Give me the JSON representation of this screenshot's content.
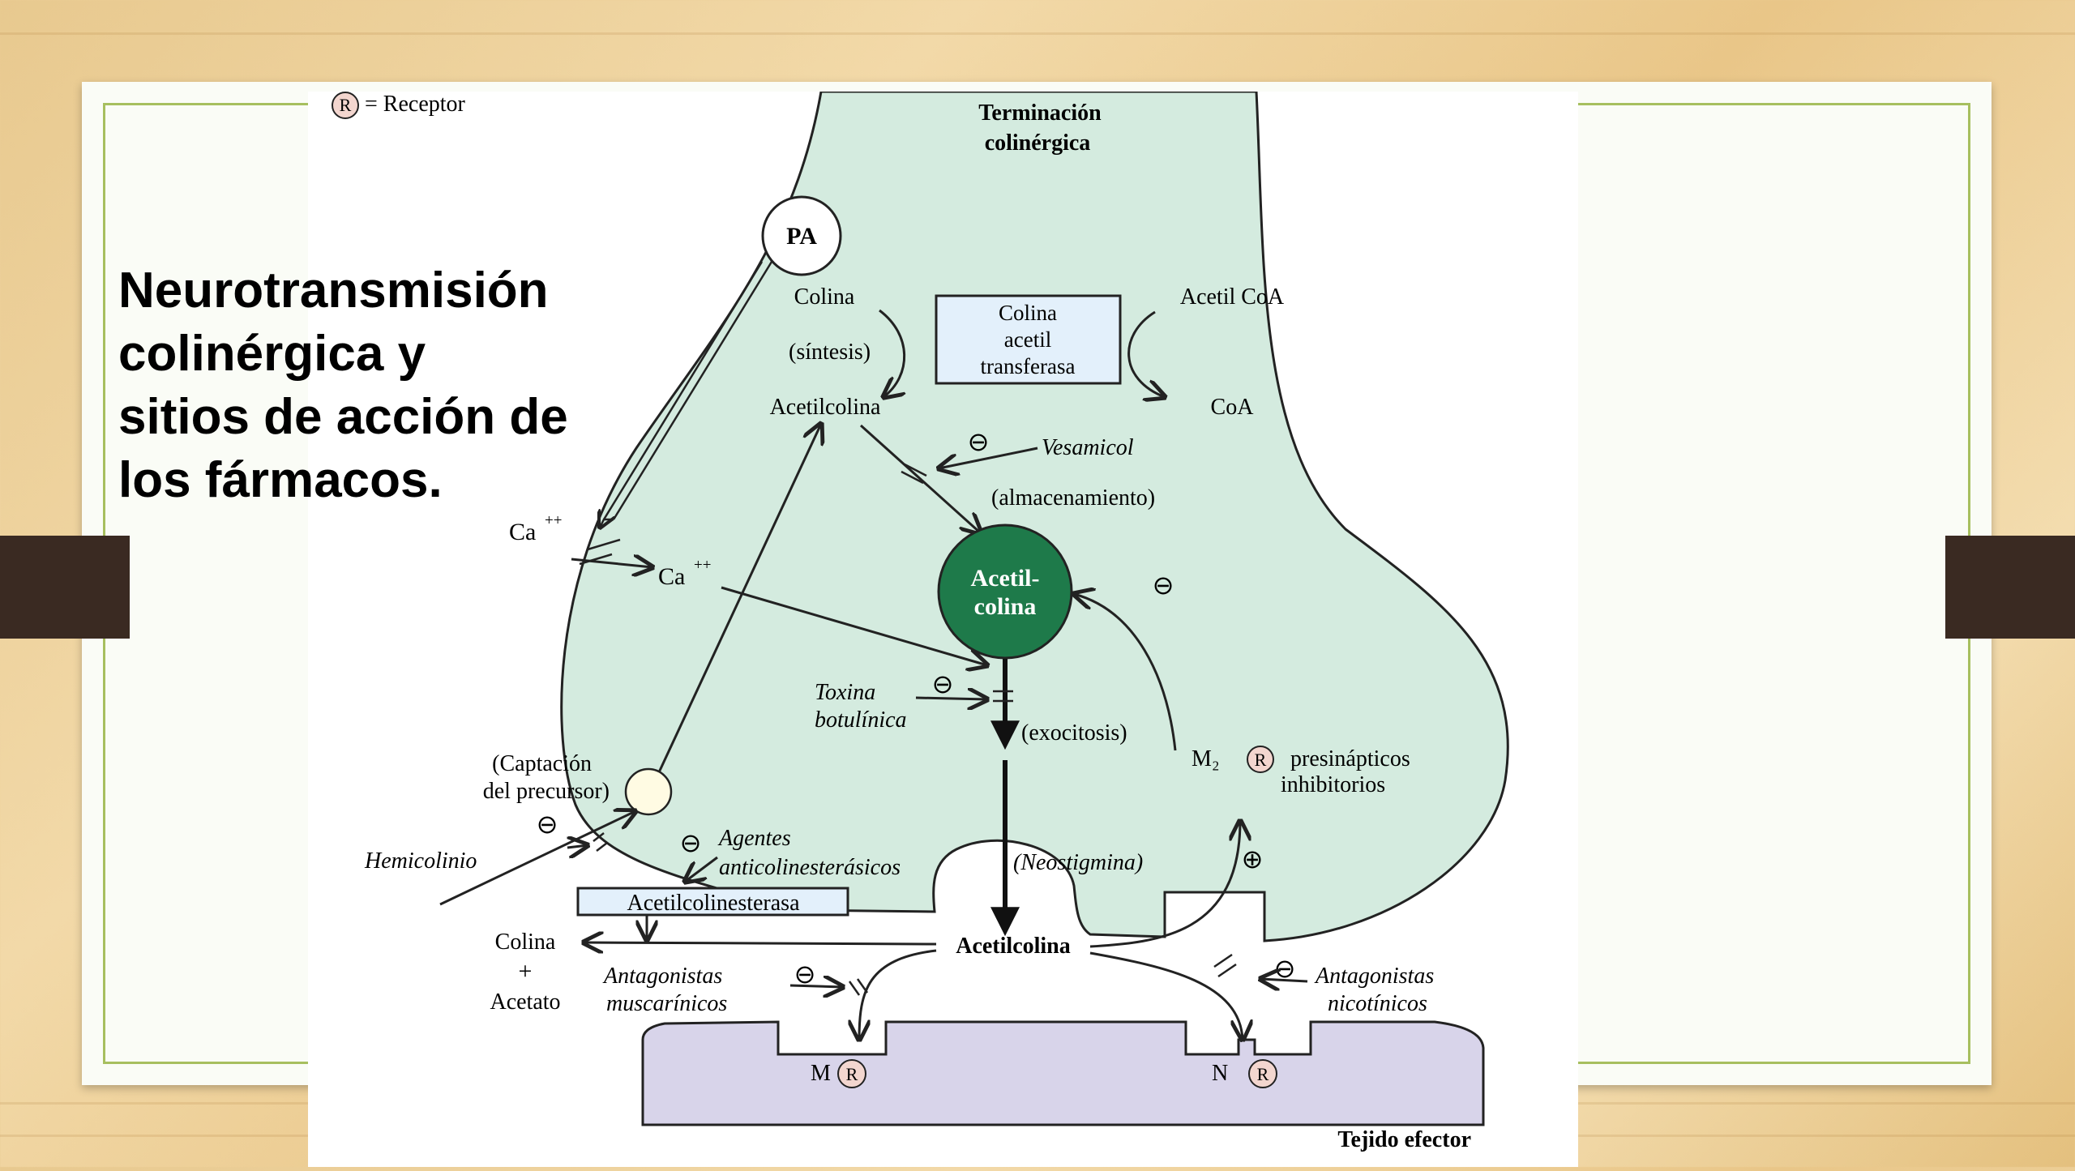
{
  "slide": {
    "title": "Neurotransmisión\ncolinérgica y\nsitios de acción de\nlos fármacos."
  },
  "diagram": {
    "legend_text": "= Receptor",
    "receptor_symbol": "R",
    "terminal_label_1": "Terminación",
    "terminal_label_2": "colinérgica",
    "pa_label": "PA",
    "colina_top": "Colina",
    "sintesis": "(síntesis)",
    "acetilcolina_top": "Acetilcolina",
    "enzyme_1": "Colina",
    "enzyme_2": "acetil",
    "enzyme_3": "transferasa",
    "acetil_coa": "Acetil CoA",
    "coa": "CoA",
    "inhibit_symbol": "⊖",
    "stimulate_symbol": "⊕",
    "vesamicol": "Vesamicol",
    "almacenamiento": "(almacenamiento)",
    "ca_outside": "Ca",
    "ca_inside": "Ca",
    "ca_charge": "++",
    "vesicle_1": "Acetil-",
    "vesicle_2": "colina",
    "toxina_1": "Toxina",
    "toxina_2": "botulínica",
    "exocitosis": "(exocitosis)",
    "captacion_1": "(Captación",
    "captacion_2": "del precursor)",
    "m2_label": "M₂",
    "presinapticos": "presinápticos",
    "inhibitorios": "inhibitorios",
    "hemicolinio": "Hemicolinio",
    "agentes_1": "Agentes",
    "agentes_2": "anticolinesterásicos",
    "neostigmina": "(Neostigmina)",
    "acetilcolinesterasa": "Acetilcolinesterasa",
    "colina_bottom": "Colina",
    "plus": "+",
    "acetato": "Acetato",
    "acetilcolina_cleft": "Acetilcolina",
    "antag_musc_1": "Antagonistas",
    "antag_musc_2": "muscarínicos",
    "antag_nic_1": "Antagonistas",
    "antag_nic_2": "nicotínicos",
    "m_label": "M",
    "n_label": "N",
    "tejido": "Tejido efector"
  },
  "colors": {
    "terminal_fill": "#d4ebdf",
    "effector_fill": "#d8d4ea",
    "vesicle_fill": "#1e7a4a",
    "enzyme_box_fill": "#e3f0fb",
    "frame_green": "#a7bf5f",
    "tab_brown": "#3a2a22"
  }
}
